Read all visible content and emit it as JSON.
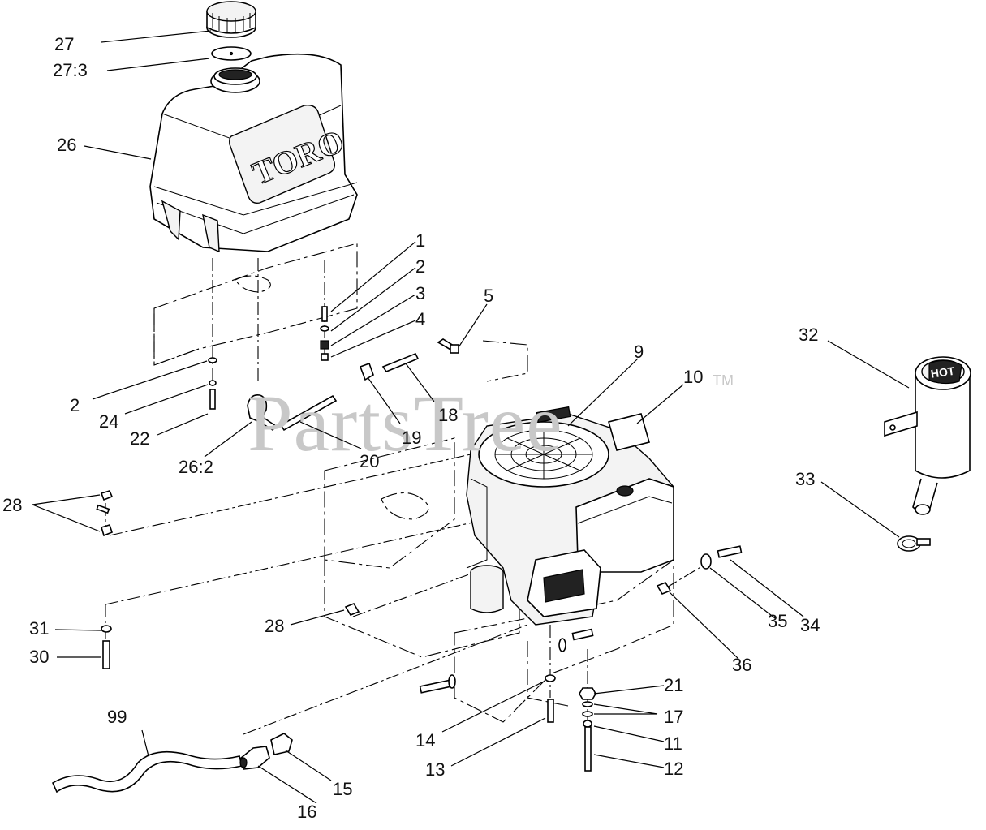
{
  "watermark": {
    "text": "PartsTree",
    "tm": "TM"
  },
  "tank_brand": "TORO",
  "muffler_label": "HOT",
  "callouts": {
    "c1": "1",
    "c2a": "2",
    "c2b": "2",
    "c3": "3",
    "c4": "4",
    "c5": "5",
    "c9": "9",
    "c10": "10",
    "c11": "11",
    "c12": "12",
    "c13": "13",
    "c14": "14",
    "c15": "15",
    "c16": "16",
    "c17": "17",
    "c18": "18",
    "c19": "19",
    "c20": "20",
    "c21": "21",
    "c22": "22",
    "c24": "24",
    "c26": "26",
    "c26_2": "26:2",
    "c27": "27",
    "c27_3": "27:3",
    "c28a": "28",
    "c28b": "28",
    "c30": "30",
    "c31": "31",
    "c32": "32",
    "c33": "33",
    "c34": "34",
    "c35": "35",
    "c36": "36",
    "c99": "99"
  }
}
